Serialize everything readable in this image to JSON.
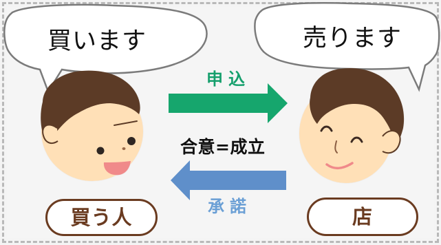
{
  "bubbles": {
    "left_text": "買います",
    "right_text": "売ります"
  },
  "arrows": {
    "top_label": "申込",
    "bottom_label": "承諾"
  },
  "center_label": "合意=成立",
  "names": {
    "buyer": "買う人",
    "shop": "店"
  },
  "colors": {
    "background": "#f4f4f4",
    "border": "#b9b9b9",
    "top_arrow": "#16a66d",
    "bottom_arrow": "#5f8fca",
    "top_label": "#159f6c",
    "bottom_label": "#6a9fd5",
    "name_border": "#6a3b20",
    "name_text": "#6a3b20",
    "hair": "#5b3a25",
    "skin": "#ffe0b7",
    "mouth": "#f08a8a",
    "text": "#111111"
  }
}
